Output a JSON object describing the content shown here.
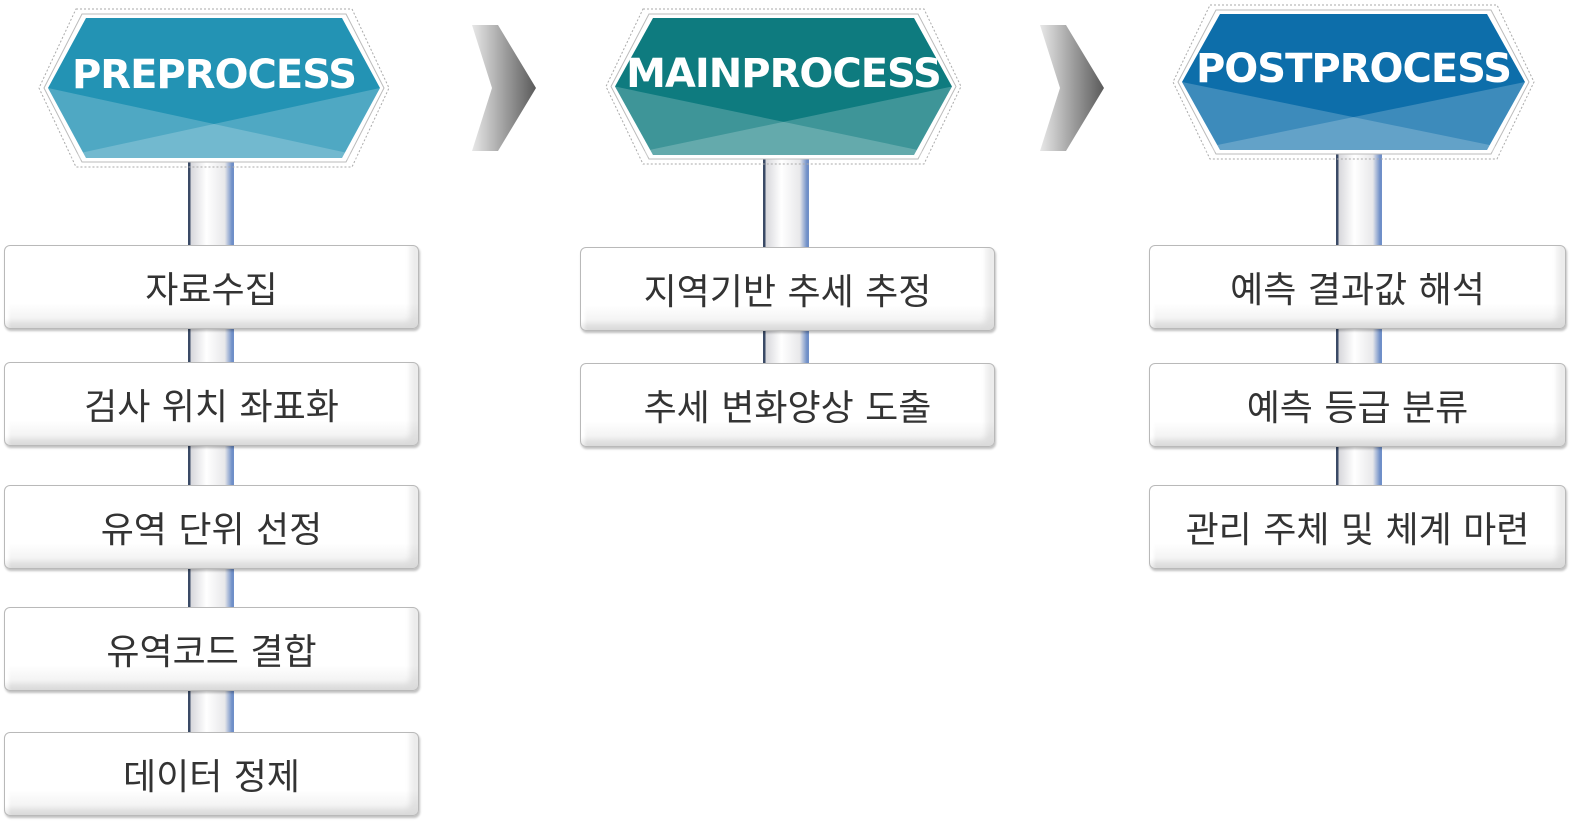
{
  "stages": [
    {
      "title": "PREPROCESS",
      "color": "#2393b4",
      "steps": [
        "자료수집",
        "검사 위치 좌표화",
        "유역 단위 선정",
        "유역코드 결합",
        "데이터 정제"
      ]
    },
    {
      "title": "MAINPROCESS",
      "color": "#0e7b7f",
      "steps": [
        "지역기반 추세 추정",
        "추세 변화양상 도출"
      ]
    },
    {
      "title": "POSTPROCESS",
      "color": "#0d6eaa",
      "steps": [
        "예측 결과값 해석",
        "예측 등급 분류",
        "관리 주체 및 체계 마련"
      ]
    }
  ]
}
